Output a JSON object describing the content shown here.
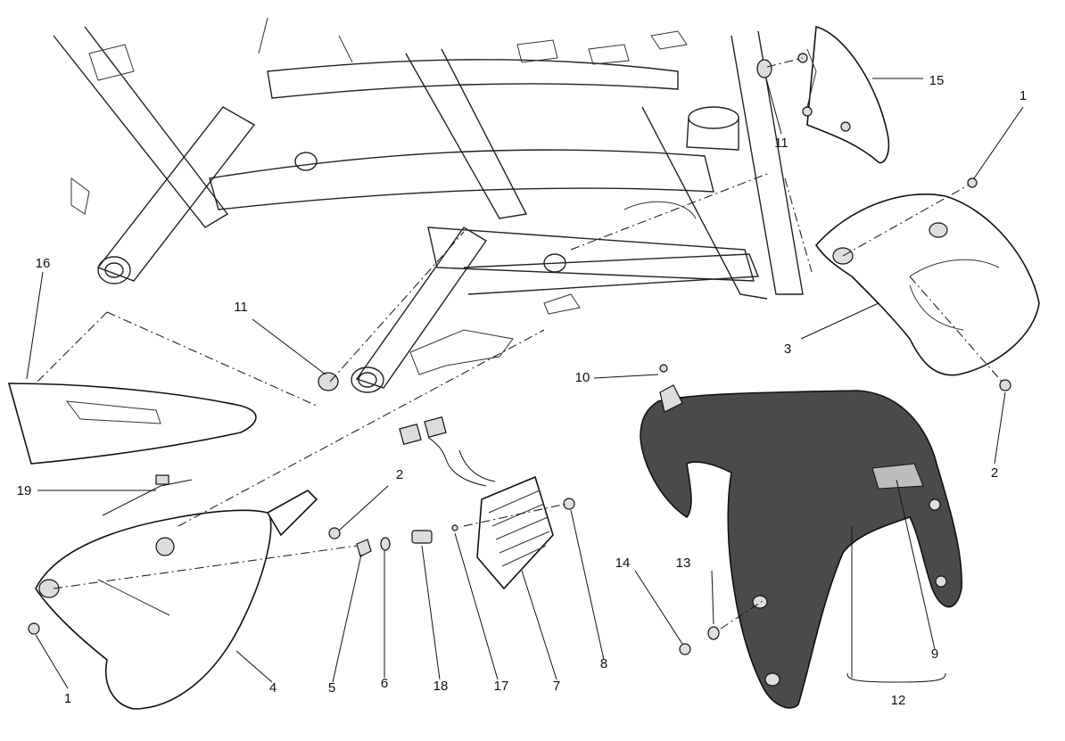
{
  "diagram": {
    "callouts": [
      {
        "id": "c1a",
        "label": "1"
      },
      {
        "id": "c1b",
        "label": "1"
      },
      {
        "id": "c2a",
        "label": "2"
      },
      {
        "id": "c2b",
        "label": "2"
      },
      {
        "id": "c3",
        "label": "3"
      },
      {
        "id": "c4",
        "label": "4"
      },
      {
        "id": "c5",
        "label": "5"
      },
      {
        "id": "c6",
        "label": "6"
      },
      {
        "id": "c7",
        "label": "7"
      },
      {
        "id": "c8",
        "label": "8"
      },
      {
        "id": "c9",
        "label": "9"
      },
      {
        "id": "c10",
        "label": "10"
      },
      {
        "id": "c11a",
        "label": "11"
      },
      {
        "id": "c11b",
        "label": "11"
      },
      {
        "id": "c12",
        "label": "12"
      },
      {
        "id": "c13",
        "label": "13"
      },
      {
        "id": "c14",
        "label": "14"
      },
      {
        "id": "c15",
        "label": "15"
      },
      {
        "id": "c16",
        "label": "16"
      },
      {
        "id": "c17",
        "label": "17"
      },
      {
        "id": "c18",
        "label": "18"
      },
      {
        "id": "c19",
        "label": "19"
      }
    ],
    "colors": {
      "line": "#111111",
      "dark_part": "#4a4a4a",
      "background": "#ffffff"
    }
  }
}
